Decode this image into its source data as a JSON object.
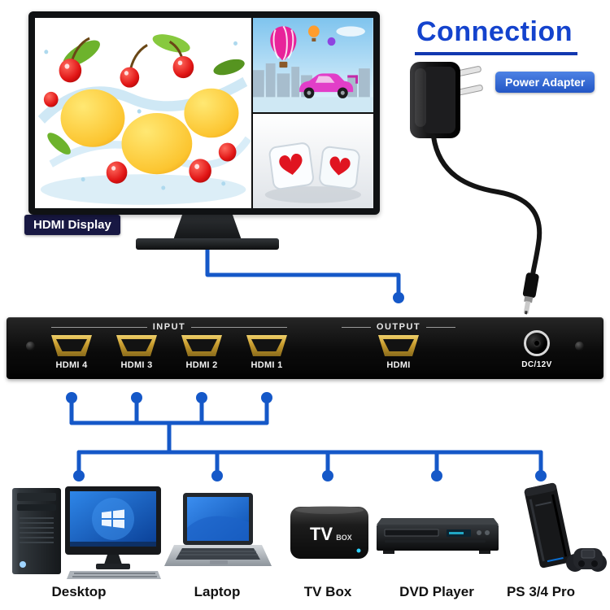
{
  "title": "Connection",
  "badges": {
    "display": "HDMI Display",
    "power": "Power Adapter"
  },
  "switch": {
    "input_label": "INPUT",
    "output_label": "OUTPUT",
    "input_ports": [
      "HDMI 4",
      "HDMI 3",
      "HDMI 2",
      "HDMI 1"
    ],
    "output_port_label": "HDMI",
    "dc_label": "DC/12V"
  },
  "tv_box": {
    "line1": "TV",
    "line2": "BOX"
  },
  "devices": [
    {
      "label": "Desktop"
    },
    {
      "label": "Laptop"
    },
    {
      "label": "TV Box"
    },
    {
      "label": "DVD Player"
    },
    {
      "label": "PS 3/4 Pro"
    }
  ],
  "colors": {
    "line_blue": "#1558c8",
    "title_blue": "#1443cd",
    "badge_navy": "#181843",
    "badge_blue": "#2f66d0",
    "hdmi_gold": "#d4aa3c",
    "cable_black": "#141414"
  }
}
